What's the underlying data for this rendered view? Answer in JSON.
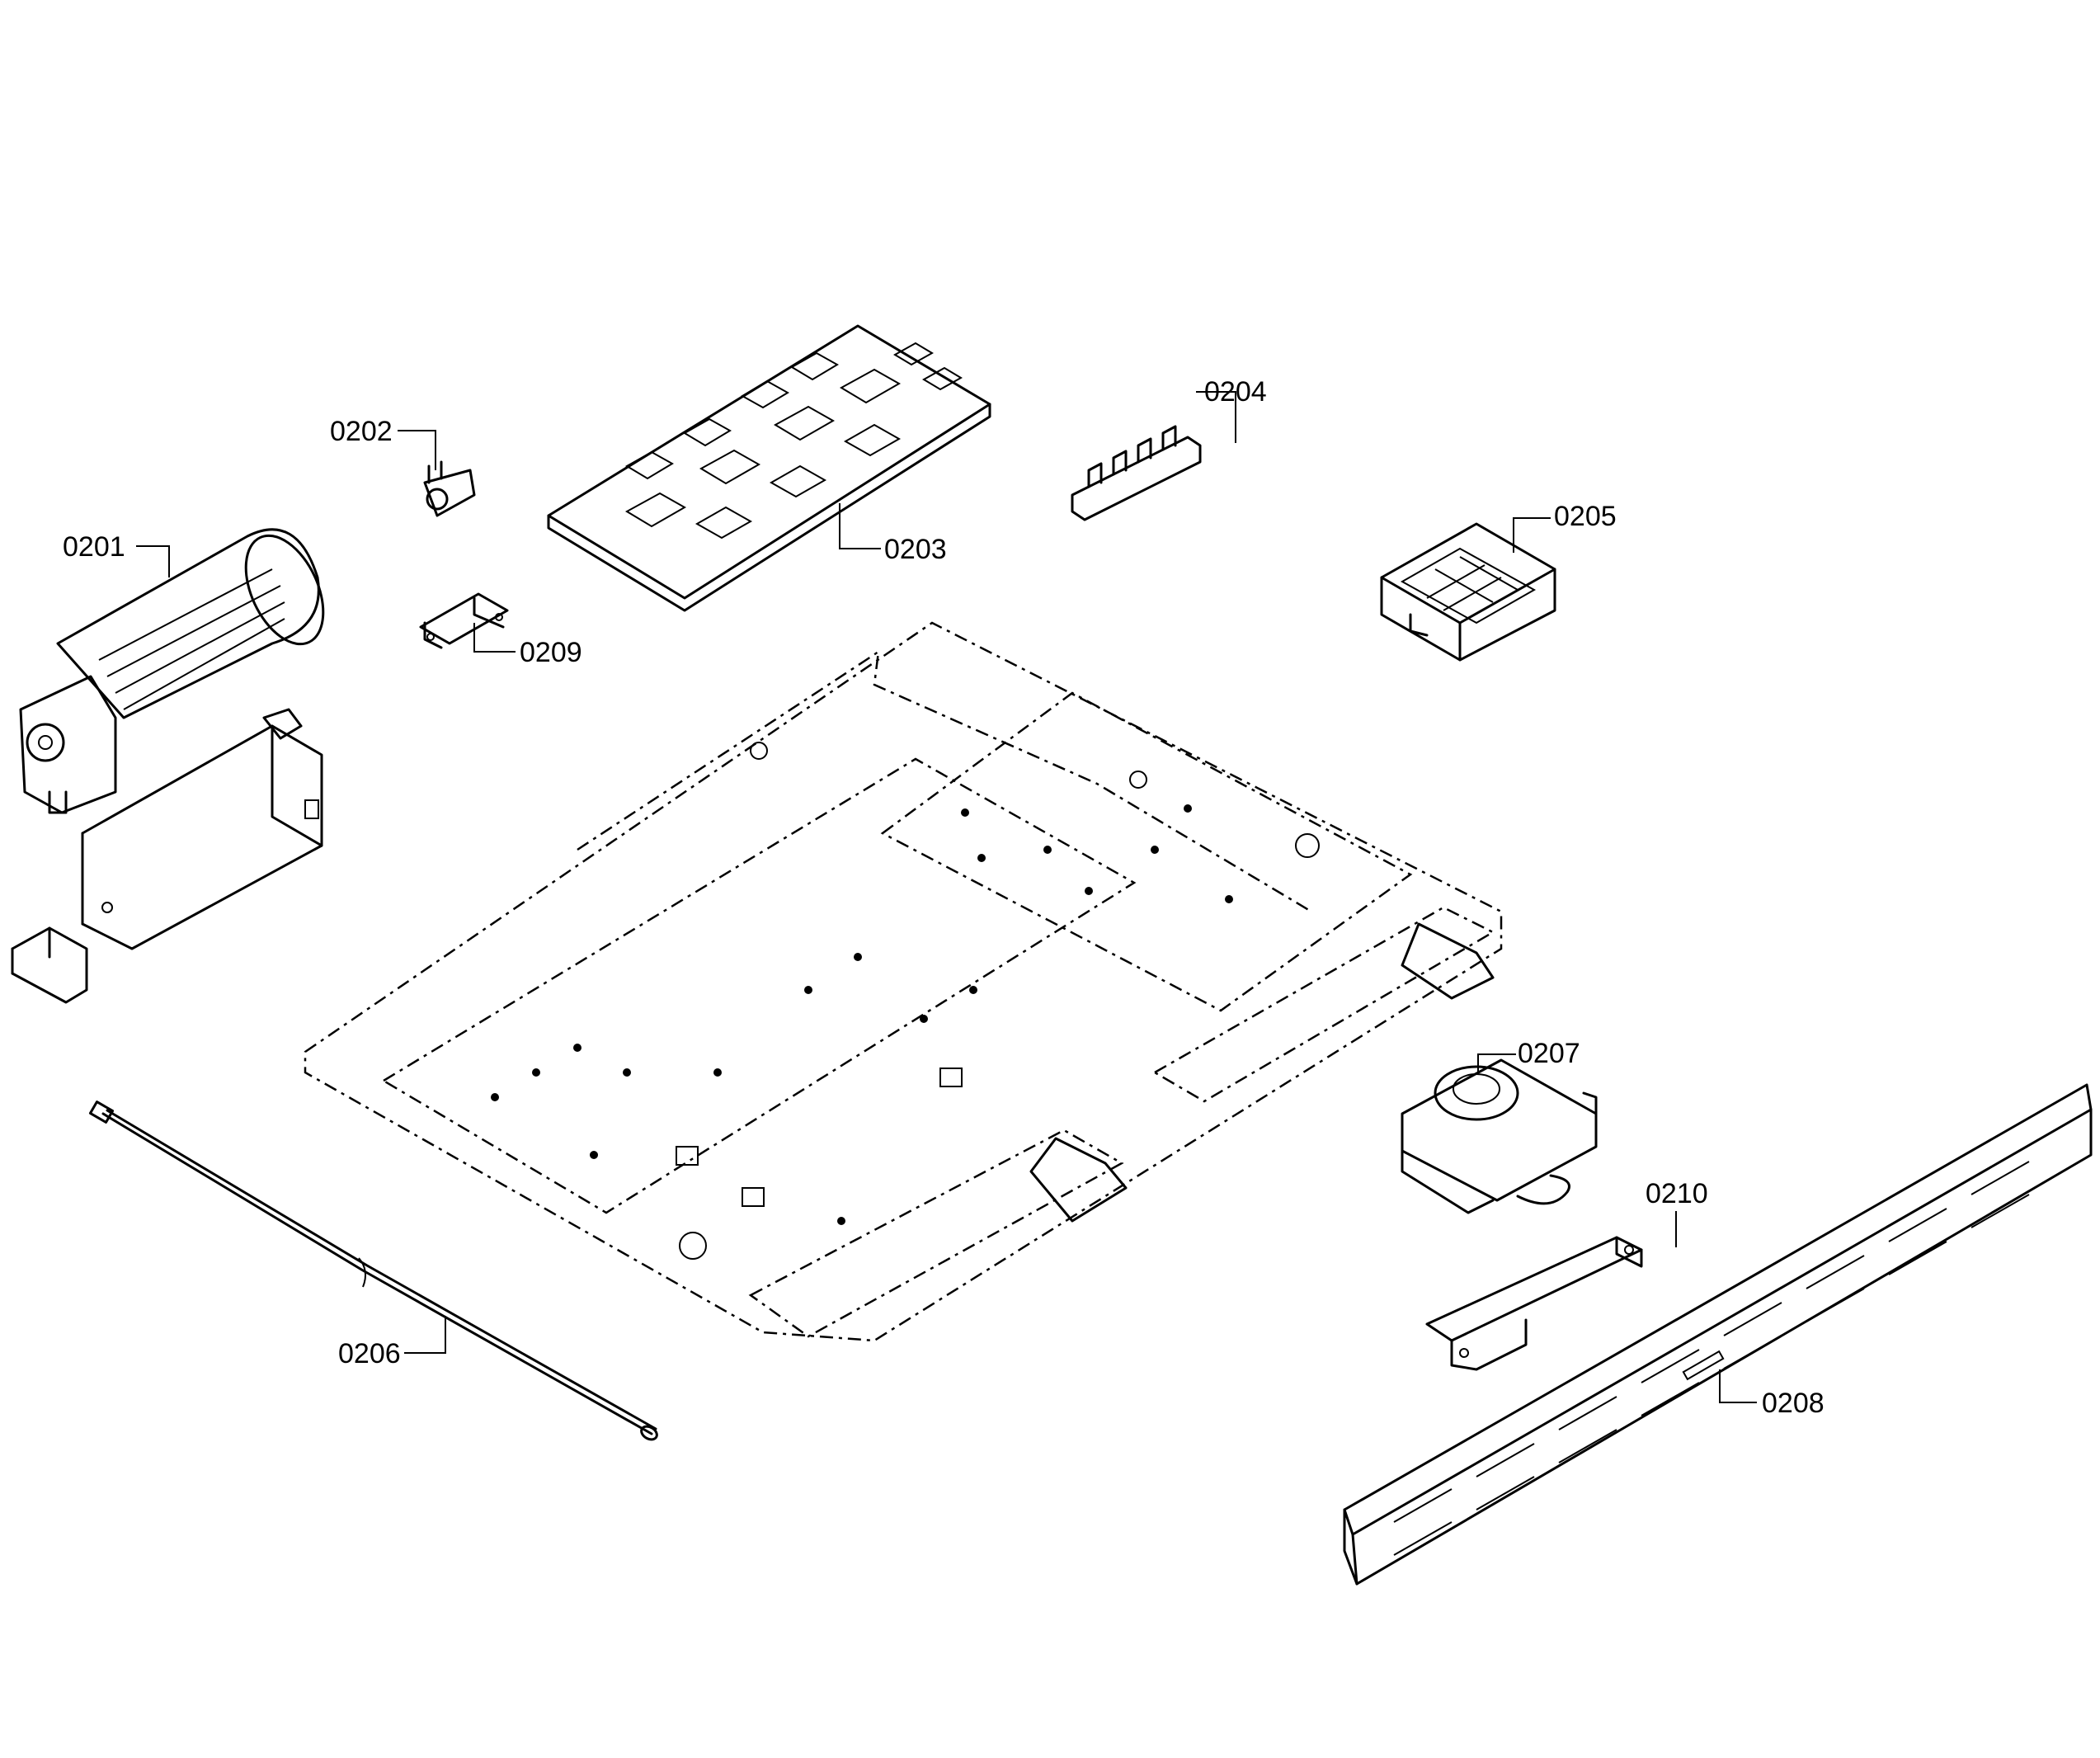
{
  "callouts": {
    "c0201": "0201",
    "c0202": "0202",
    "c0203": "0203",
    "c0204": "0204",
    "c0205": "0205",
    "c0206": "0206",
    "c0207": "0207",
    "c0208": "0208",
    "c0209": "0209",
    "c0210": "0210"
  }
}
